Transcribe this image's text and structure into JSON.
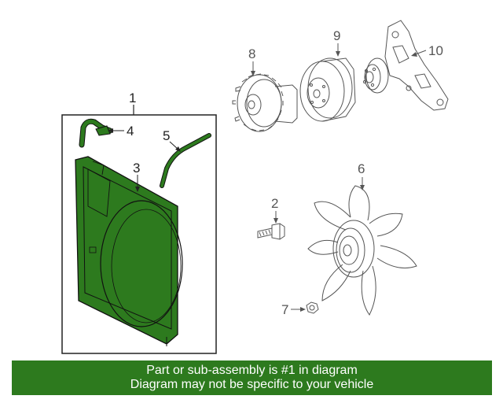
{
  "callouts": {
    "c1": "1",
    "c2": "2",
    "c3": "3",
    "c4": "4",
    "c5": "5",
    "c6": "6",
    "c7": "7",
    "c8": "8",
    "c9": "9",
    "c10": "10"
  },
  "banner": {
    "line1": "Part or sub-assembly is #1 in diagram",
    "line2": "Diagram may not be specific to your vehicle"
  },
  "colors": {
    "highlight": "#2d7a1e",
    "line": "#555555"
  }
}
